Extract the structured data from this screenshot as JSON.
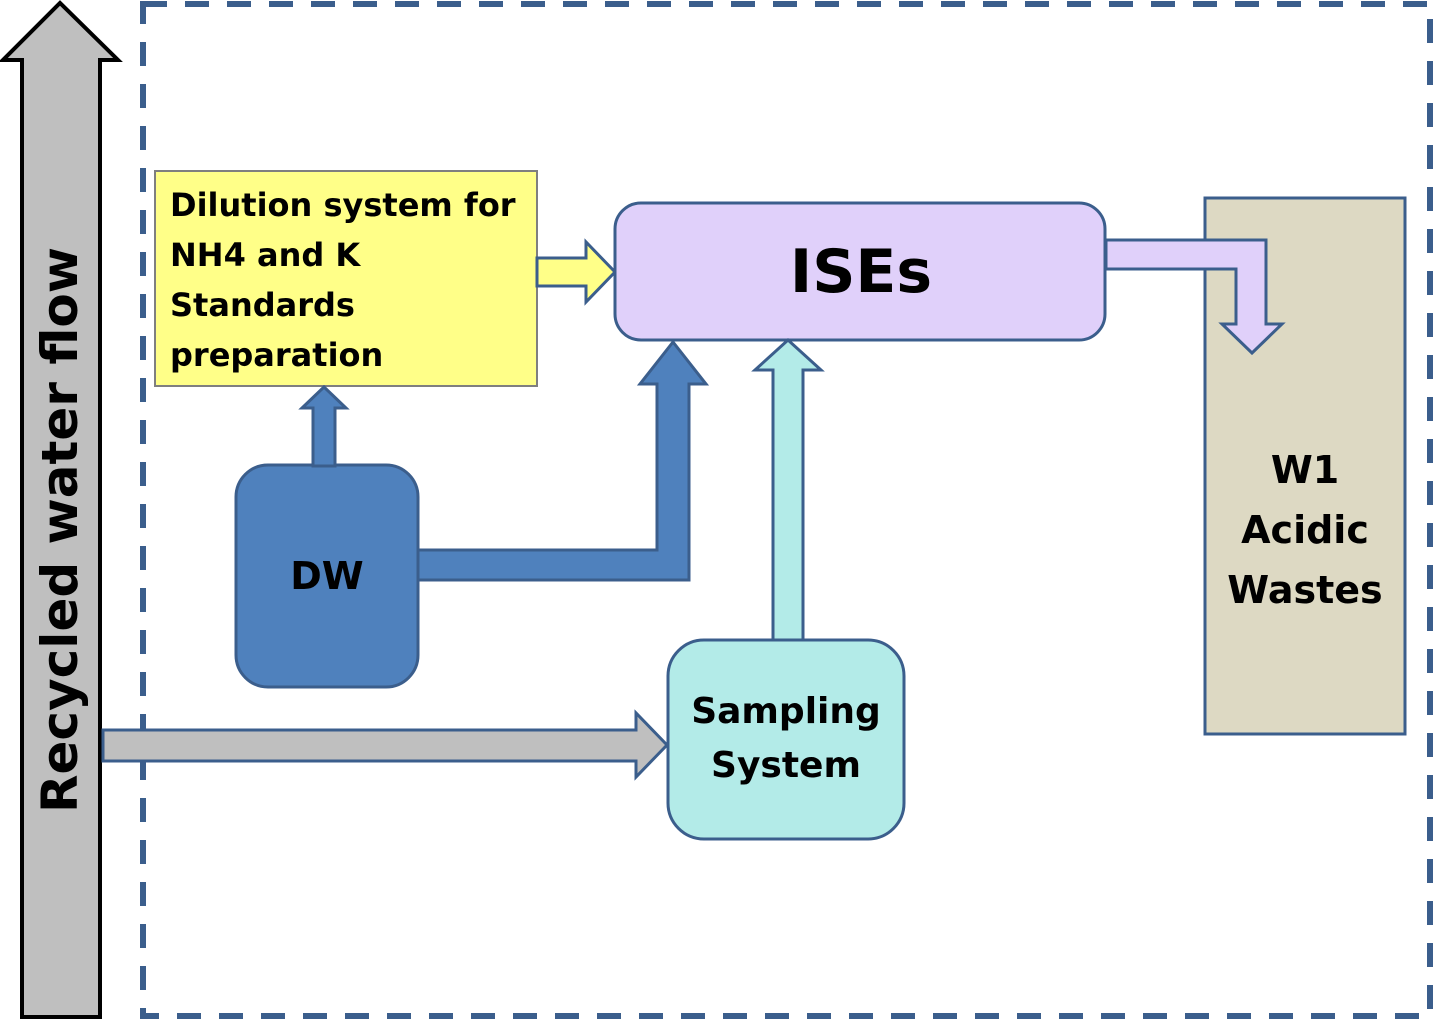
{
  "diagram": {
    "recycled_flow": {
      "label": "Recycled water flow"
    },
    "dilution_box": {
      "lines": [
        "Dilution system for",
        "NH4 and K",
        "Standards",
        "preparation"
      ]
    },
    "ises_box": {
      "label": "ISEs"
    },
    "dw_box": {
      "label": "DW"
    },
    "sampling_box": {
      "lines": [
        "Sampling",
        "System"
      ]
    },
    "waste_box": {
      "lines": [
        "W1",
        "Acidic",
        "Wastes"
      ]
    },
    "connections": [
      {
        "from": "Recycled water flow",
        "to": "Sampling System"
      },
      {
        "from": "Sampling System",
        "to": "ISEs"
      },
      {
        "from": "DW",
        "to": "ISEs"
      },
      {
        "from": "DW",
        "to": "Dilution system for NH4 and K Standards preparation"
      },
      {
        "from": "Dilution system for NH4 and K Standards preparation",
        "to": "ISEs"
      },
      {
        "from": "ISEs",
        "to": "W1 Acidic Wastes"
      }
    ],
    "colors": {
      "outline": "#3b5e8c",
      "dilution_fill": "#ffff88",
      "ises_fill": "#e0d0fa",
      "dw_fill": "#4f81bd",
      "sampling_fill": "#b3ebe8",
      "waste_fill": "#ddd9c3",
      "recycled_fill": "#bfbfbf"
    }
  }
}
